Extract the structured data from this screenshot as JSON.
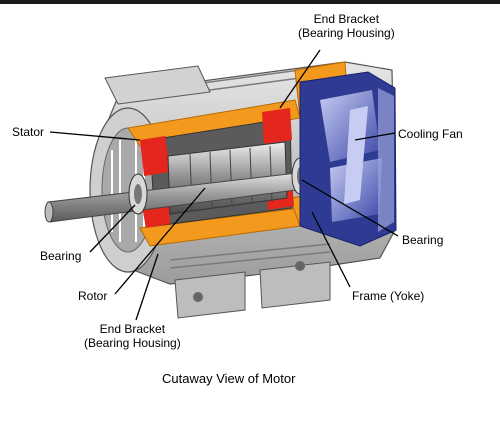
{
  "labels": {
    "end_bracket_top": {
      "line1": "End Bracket",
      "line2": "(Bearing Housing)"
    },
    "stator": "Stator",
    "cooling_fan": "Cooling Fan",
    "bearing_left": "Bearing",
    "bearing_right": "Bearing",
    "rotor": "Rotor",
    "frame": "Frame (Yoke)",
    "end_bracket_bottom": {
      "line1": "End Bracket",
      "line2": "(Bearing Housing)"
    }
  },
  "caption": "Cutaway View of Motor",
  "colors": {
    "metal_light": "#dcdcdc",
    "metal_mid": "#b5b5b5",
    "metal_dark": "#6e6e6e",
    "cutaway_orange": "#f39a1e",
    "winding_red": "#e4261c",
    "fan_blue": "#3b47a8",
    "fan_light": "#aab3e8",
    "leader_line": "#000000"
  }
}
